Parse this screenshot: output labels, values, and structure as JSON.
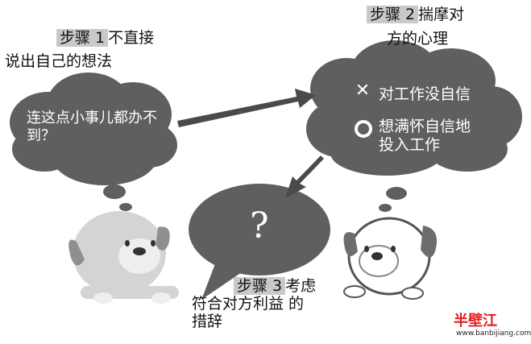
{
  "step1": {
    "label": "步骤 1",
    "rest": "不直接",
    "line2": "说出自己的想法"
  },
  "bubble_left": {
    "text": "连这点小事儿都办不到？"
  },
  "step2": {
    "label": "步骤 2",
    "rest": "揣摩对",
    "line2": "方的心理"
  },
  "options": [
    {
      "icon": "cross-icon",
      "text": "对工作没自信"
    },
    {
      "icon": "circle-icon",
      "text": "想满怀自信地投入工作"
    }
  ],
  "option_lines": {
    "opt2_line1": "想满怀自信地",
    "opt2_line2": "投入工作"
  },
  "question_mark": "?",
  "step3": {
    "label": "步骤 3",
    "rest": "考虑",
    "line2": "符合对方利益 的",
    "line3": "措辞"
  },
  "watermark": {
    "logo": "半壁江",
    "url": "www.banbijiang.com"
  },
  "colors": {
    "bubble": "#5f5f5f",
    "arrow": "#4a4a4a",
    "dog_fill_left": "#d4d4d4",
    "step_highlight": "#c9c9c9",
    "watermark": "#e21d1d"
  }
}
